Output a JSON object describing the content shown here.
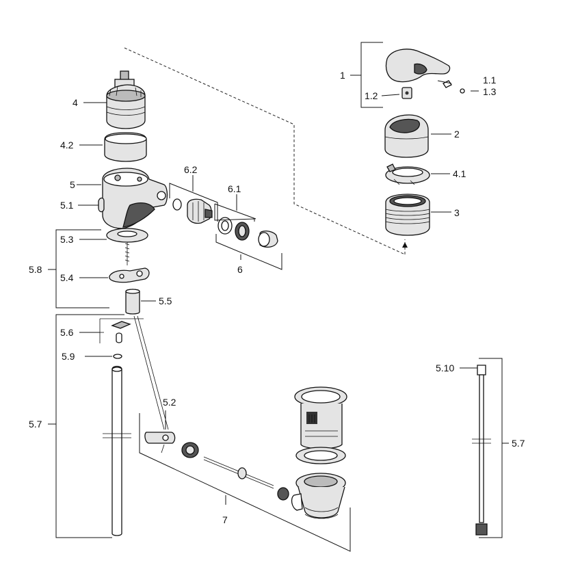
{
  "diagram": {
    "labels": {
      "p1": "1",
      "p1_1": "1.1",
      "p1_2": "1.2",
      "p1_3": "1.3",
      "p2": "2",
      "p3": "3",
      "p4": "4",
      "p4_1": "4.1",
      "p4_2": "4.2",
      "p5": "5",
      "p5_1": "5.1",
      "p5_2": "5.2",
      "p5_3": "5.3",
      "p5_4": "5.4",
      "p5_5": "5.5",
      "p5_6": "5.6",
      "p5_7a": "5.7",
      "p5_7b": "5.7",
      "p5_8": "5.8",
      "p5_9": "5.9",
      "p5_10": "5.10",
      "p6": "6",
      "p6_1": "6.1",
      "p6_2": "6.2",
      "p7": "7"
    }
  }
}
